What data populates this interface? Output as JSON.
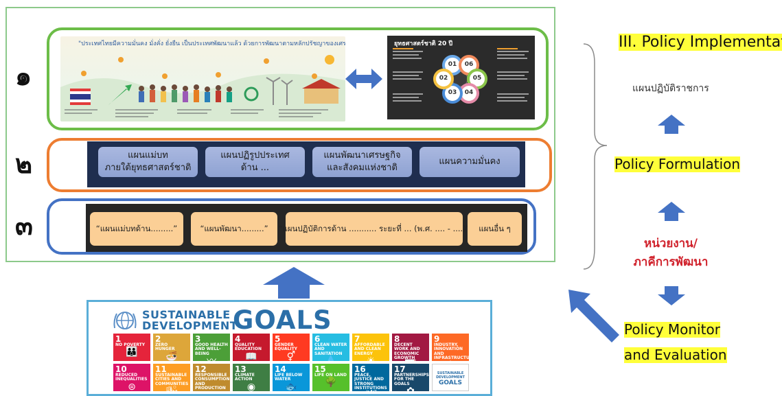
{
  "levels": {
    "level1_numeral": "๑",
    "level2_numeral": "๒",
    "level3_numeral": "๓"
  },
  "vision_banner": {
    "vision_text": "\"ประเทศไทยมีความมั่นคง มั่งคั่ง ยั่งยืน เป็นประเทศพัฒนาแล้ว ด้วยการพัฒนาตามหลักปรัชญาของเศรษฐกิจพอเพียง\""
  },
  "strategy_graphic": {
    "title": "ยุทธศาสตร์ชาติ 20 ปี",
    "center_numbers": [
      "01",
      "02",
      "03",
      "04",
      "05",
      "06"
    ]
  },
  "master_plans": [
    "แผนแม่บท\nภายใต้ยุทธศาสตร์ชาติ",
    "แผนปฏิรูปประเทศ\nด้าน ...",
    "แผนพัฒนาเศรษฐกิจ\nและสังคมแห่งชาติ",
    "แผนความมั่นคง"
  ],
  "operational_plans": [
    "“แผนแม่บทด้าน.........”",
    "“แผนพัฒนา.........”",
    "“แผนปฏิบัติการด้าน ........... ระยะที่ ... (พ.ศ. .... - ....)”",
    "แผนอื่น ๆ"
  ],
  "sdg": {
    "line1": "SUSTAINABLE",
    "line2": "DEVELOPMENT",
    "goals_word": "GOALS",
    "tiles": [
      {
        "num": "1",
        "label": "NO POVERTY",
        "color": "#e5243b",
        "icon": "👪"
      },
      {
        "num": "2",
        "label": "ZERO HUNGER",
        "color": "#dda63a",
        "icon": "🍜"
      },
      {
        "num": "3",
        "label": "GOOD HEALTH AND WELL-BEING",
        "color": "#4c9f38",
        "icon": "〰"
      },
      {
        "num": "4",
        "label": "QUALITY EDUCATION",
        "color": "#c5192d",
        "icon": "📖"
      },
      {
        "num": "5",
        "label": "GENDER EQUALITY",
        "color": "#ff3a21",
        "icon": "⚥"
      },
      {
        "num": "6",
        "label": "CLEAN WATER AND SANITATION",
        "color": "#26bde2",
        "icon": "💧"
      },
      {
        "num": "7",
        "label": "AFFORDABLE AND CLEAN ENERGY",
        "color": "#fcc30b",
        "icon": "☀"
      },
      {
        "num": "8",
        "label": "DECENT WORK AND ECONOMIC GROWTH",
        "color": "#a21942",
        "icon": "📈"
      },
      {
        "num": "9",
        "label": "INDUSTRY, INNOVATION AND INFRASTRUCTURE",
        "color": "#fd6925",
        "icon": "⬢"
      },
      {
        "num": "10",
        "label": "REDUCED INEQUALITIES",
        "color": "#dd1367",
        "icon": "⊜"
      },
      {
        "num": "11",
        "label": "SUSTAINABLE CITIES AND COMMUNITIES",
        "color": "#fd9d24",
        "icon": "🏙"
      },
      {
        "num": "12",
        "label": "RESPONSIBLE CONSUMPTION AND PRODUCTION",
        "color": "#bf8b2e",
        "icon": "∞"
      },
      {
        "num": "13",
        "label": "CLIMATE ACTION",
        "color": "#3f7e44",
        "icon": "◉"
      },
      {
        "num": "14",
        "label": "LIFE BELOW WATER",
        "color": "#0a97d9",
        "icon": "🐟"
      },
      {
        "num": "15",
        "label": "LIFE ON LAND",
        "color": "#56c02b",
        "icon": "🌳"
      },
      {
        "num": "16",
        "label": "PEACE, JUSTICE AND STRONG INSTITUTIONS",
        "color": "#00689d",
        "icon": "🕊"
      },
      {
        "num": "17",
        "label": "PARTNERSHIPS FOR THE GOALS",
        "color": "#19486a",
        "icon": "✿"
      }
    ],
    "final_tile_lines": [
      "SUSTAINABLE",
      "DEVELOPMENT",
      "GOALS"
    ]
  },
  "policy_flow": {
    "implementation_label": "III. Policy Implementation",
    "implementation_sub": "แผนปฏิบัติราชการ",
    "formulation_label": "Policy Formulation",
    "agency_label_line1": "หน่วยงาน/",
    "agency_label_line2": "ภาคีการพัฒนา",
    "monitor_label_line1": "Policy Monitor",
    "monitor_label_line2": "and Evaluation"
  },
  "colors": {
    "row1_border": "#6cbd48",
    "row2_border": "#ed7d31",
    "row3_border": "#4472c4",
    "arrow_blue": "#4472c4",
    "highlight_yellow": "#ffff3a",
    "agency_red": "#d0212b"
  }
}
